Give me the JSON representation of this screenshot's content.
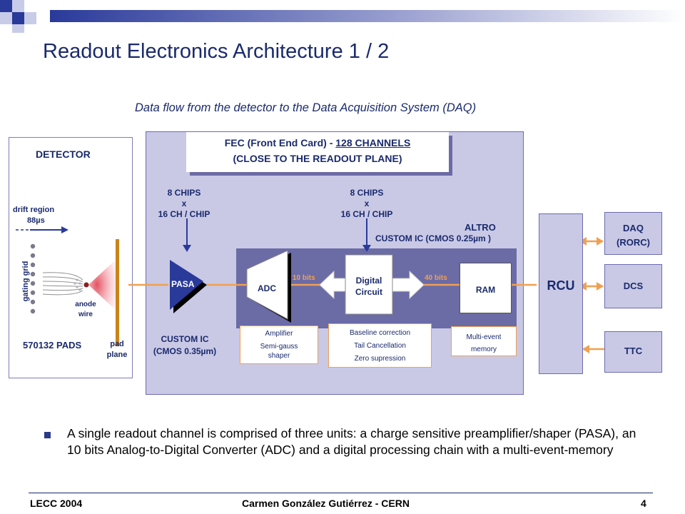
{
  "slide": {
    "title": "Readout Electronics Architecture 1 / 2",
    "subtitle": "Data flow from the detector to the Data Acquisition System (DAQ)"
  },
  "detector": {
    "title": "DETECTOR",
    "drift_region": "drift region",
    "drift_time": "88µs",
    "gating_grid": "gating grid",
    "anode_wire": "anode wire",
    "pads": "570132 PADS",
    "pad_plane": "pad plane"
  },
  "fec": {
    "title_prefix": "FEC (Front End Card) - ",
    "title_channels": "128 CHANNELS",
    "title_line2": "(CLOSE TO THE READOUT PLANE)",
    "pasa_chips": {
      "line1": "8 CHIPS",
      "line2": "x",
      "line3": "16 CH / CHIP"
    },
    "altro_chips": {
      "line1": "8 CHIPS",
      "line2": "x",
      "line3": "16 CH / CHIP"
    },
    "altro_label": "ALTRO",
    "altro_tech": "CUSTOM IC (CMOS 0.25µm )",
    "pasa_tech_line1": "CUSTOM IC",
    "pasa_tech_line2": "(CMOS 0.35µm)",
    "pasa": "PASA",
    "adc": "ADC",
    "digital_circuit": "Digital Circuit",
    "ram": "RAM",
    "bits_10": "10 bits",
    "bits_40": "40 bits",
    "notes": {
      "adc": [
        "Amplifier",
        "Semi-gauss shaper"
      ],
      "digital": [
        "Baseline correction",
        "Tail Cancellation",
        "Zero supression"
      ],
      "ram": [
        "Multi-event",
        "memory"
      ]
    }
  },
  "rcu": "RCU",
  "outputs": {
    "daq_line1": "DAQ",
    "daq_line2": "(RORC)",
    "dcs": "DCS",
    "ttc": "TTC"
  },
  "bullet": "A single readout channel is comprised of three units: a charge sensitive preamplifier/shaper (PASA), an 10 bits Analog-to-Digital Converter (ADC) and a digital processing chain with a multi-event-memory",
  "footer": {
    "left": "LECC 2004",
    "center": "Carmen González Gutiérrez - CERN",
    "page": "4"
  },
  "colors": {
    "navy": "#1a2a6c",
    "panel": "#c9c9e6",
    "altro_band": "#6b6ba6",
    "orange_signal": "#f0a050"
  }
}
